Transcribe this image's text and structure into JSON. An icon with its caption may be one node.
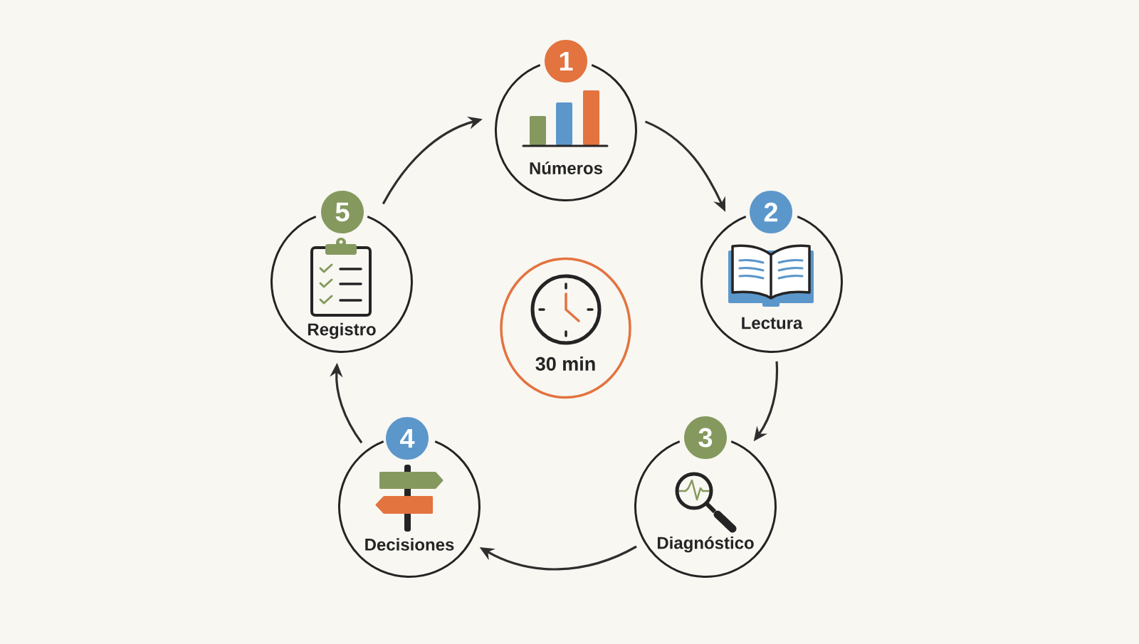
{
  "diagram": {
    "nodes": [
      {
        "text": [
          "1"
        ]
      },
      {
        "text": [
          "Números"
        ]
      },
      {
        "text": [
          "2"
        ]
      },
      {
        "text": [
          "Lectura"
        ]
      },
      {
        "text": [
          "3"
        ]
      },
      {
        "text": [
          "Diagnóstico"
        ]
      },
      {
        "text": [
          "4"
        ]
      },
      {
        "text": [
          "Decisiones"
        ]
      },
      {
        "text": [
          "5"
        ]
      },
      {
        "text": [
          "Registro"
        ]
      },
      {
        "text": [
          "30 min"
        ]
      }
    ],
    "edges": [
      {
        "from": 1,
        "to": 3,
        "arrow": "to"
      },
      {
        "from": 3,
        "to": 5,
        "arrow": "to"
      },
      {
        "from": 5,
        "to": 7,
        "arrow": "to"
      },
      {
        "from": 7,
        "to": 9,
        "arrow": "to"
      },
      {
        "from": 9,
        "to": 1,
        "arrow": "to"
      }
    ]
  }
}
